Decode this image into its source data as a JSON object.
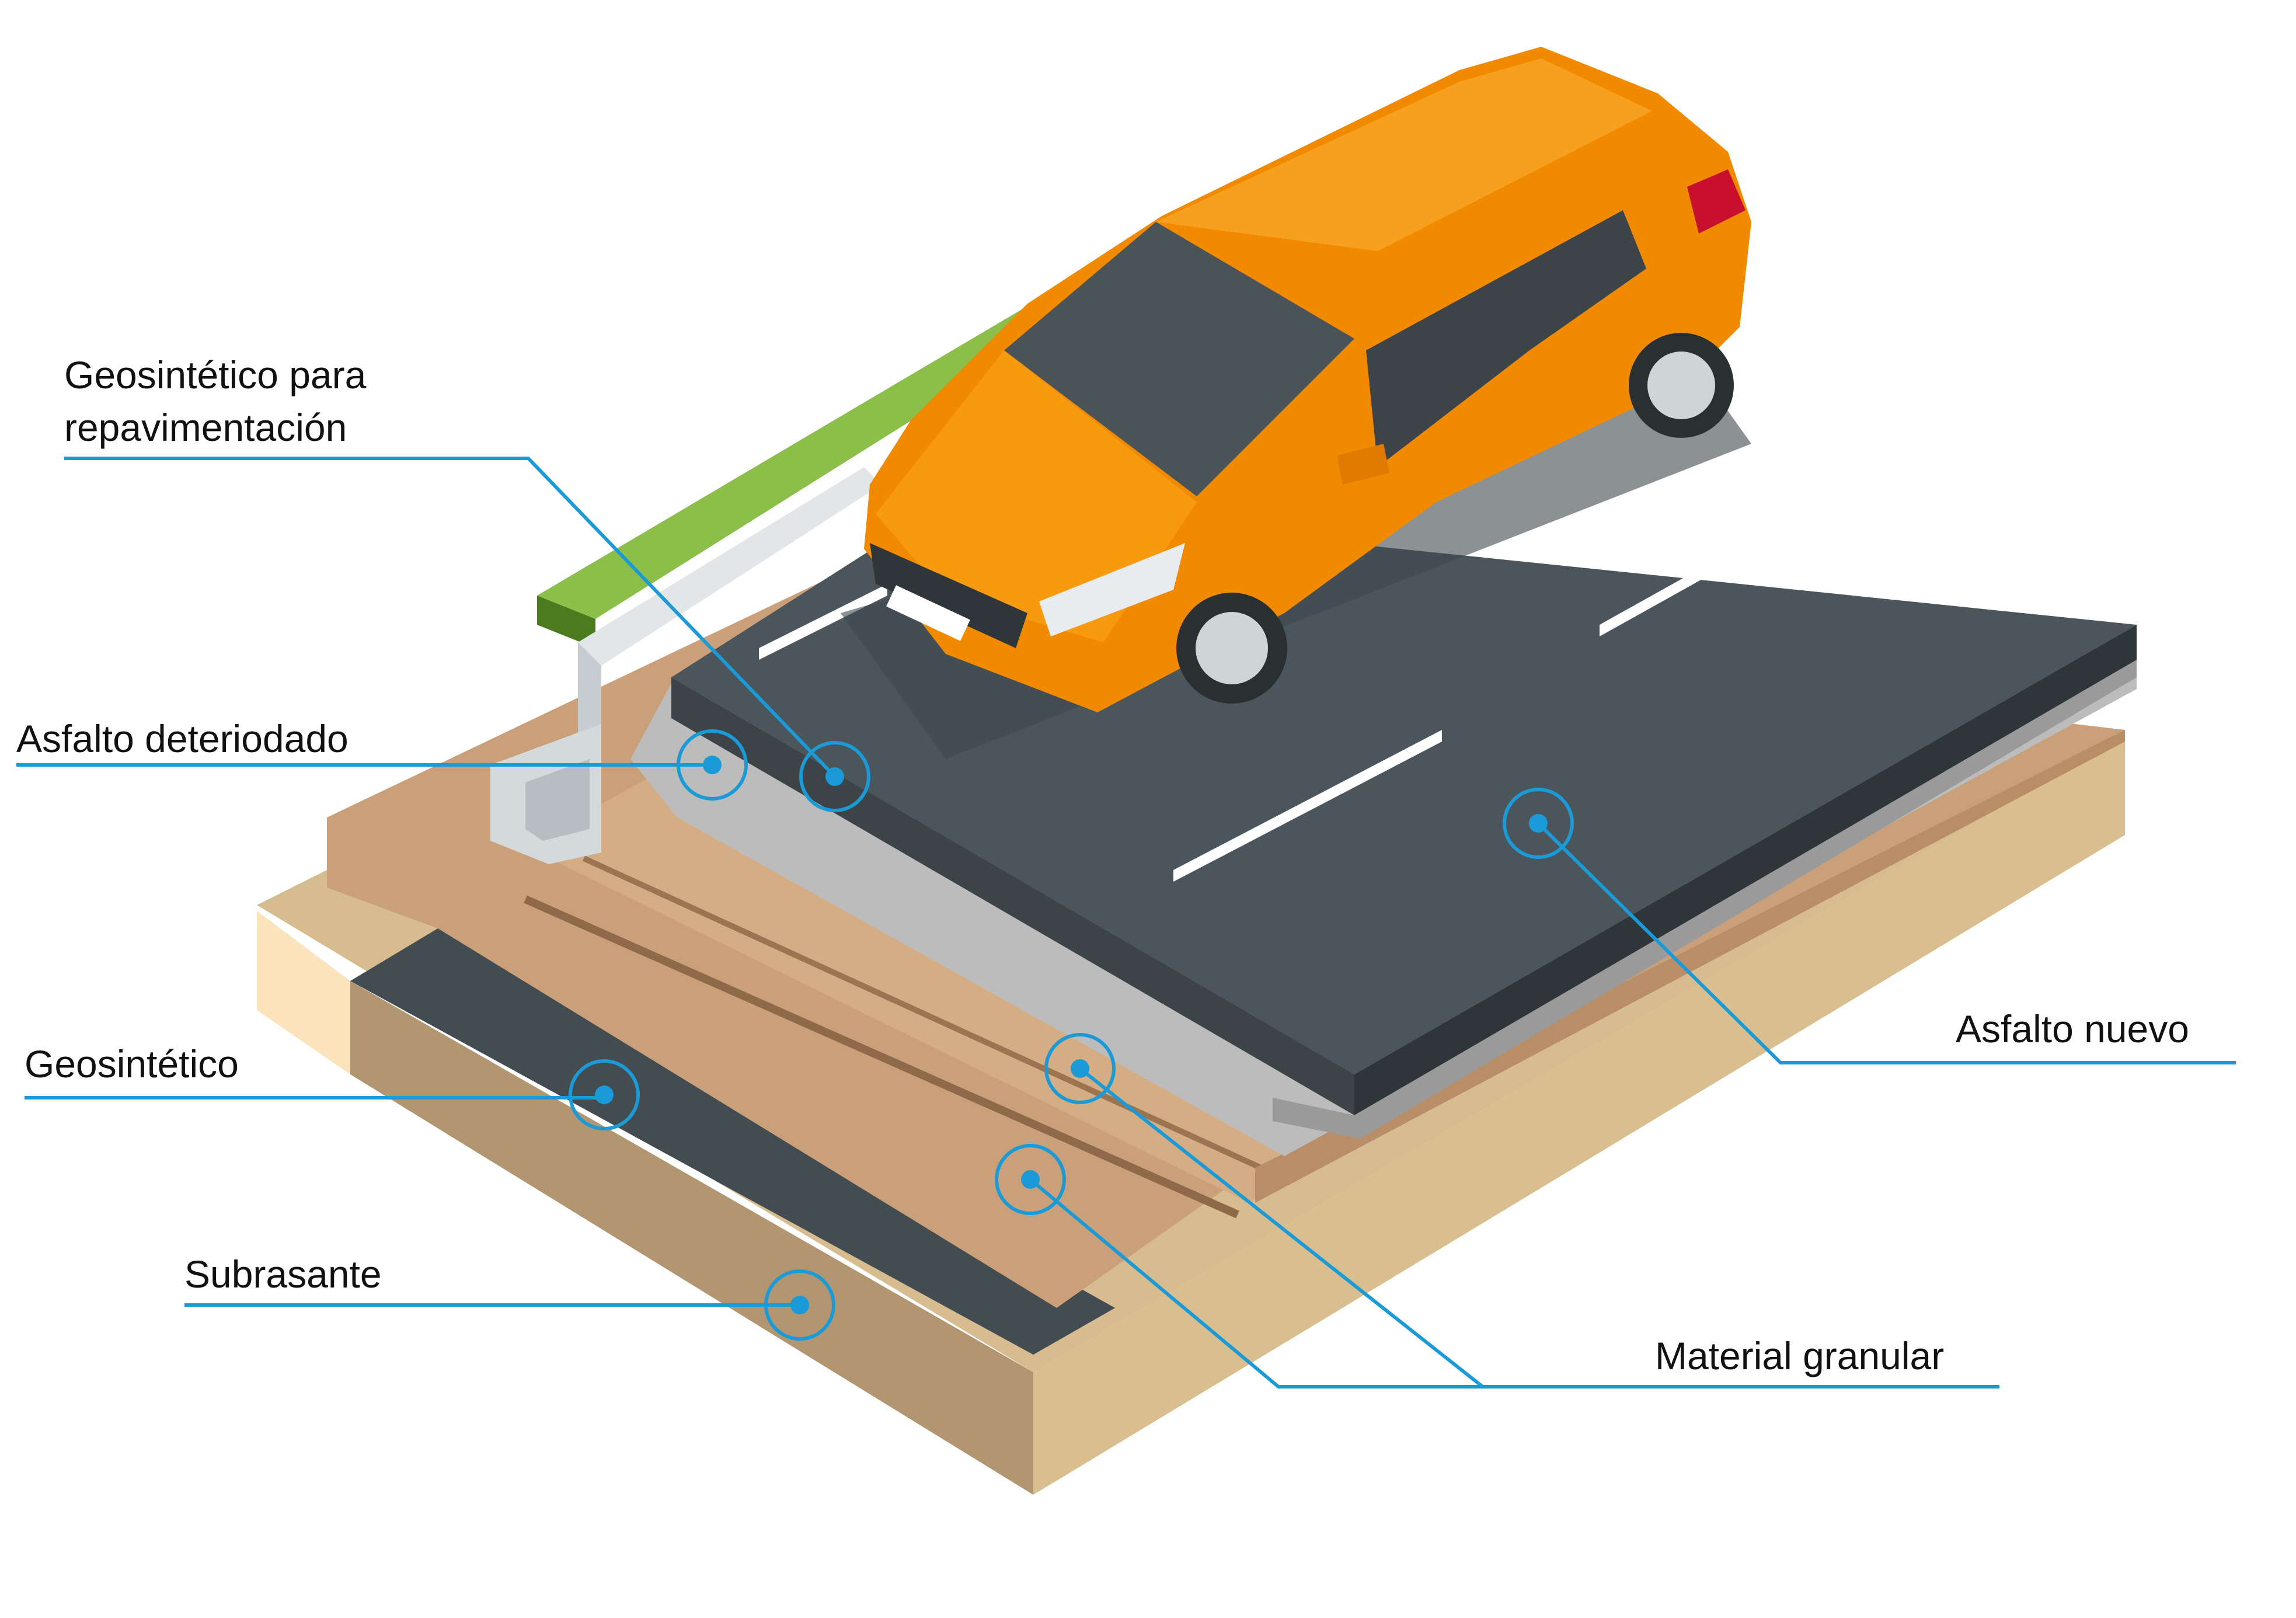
{
  "labels": {
    "repaving_geosynthetic_line1": "Geosintético para",
    "repaving_geosynthetic_line2": "repavimentación",
    "deteriorated_asphalt": "Asfalto deteriodado",
    "geosynthetic": "Geosintético",
    "subgrade": "Subrasante",
    "new_asphalt": "Asfalto nuevo",
    "granular_material": "Material granular"
  },
  "colors": {
    "callout": "#1a9ad6",
    "asphalt": "#4b565c",
    "car_body": "#f28a00",
    "grass": "#8cbf4a",
    "subgrade": "#c8ab7e",
    "granular": "#c9a07a"
  }
}
